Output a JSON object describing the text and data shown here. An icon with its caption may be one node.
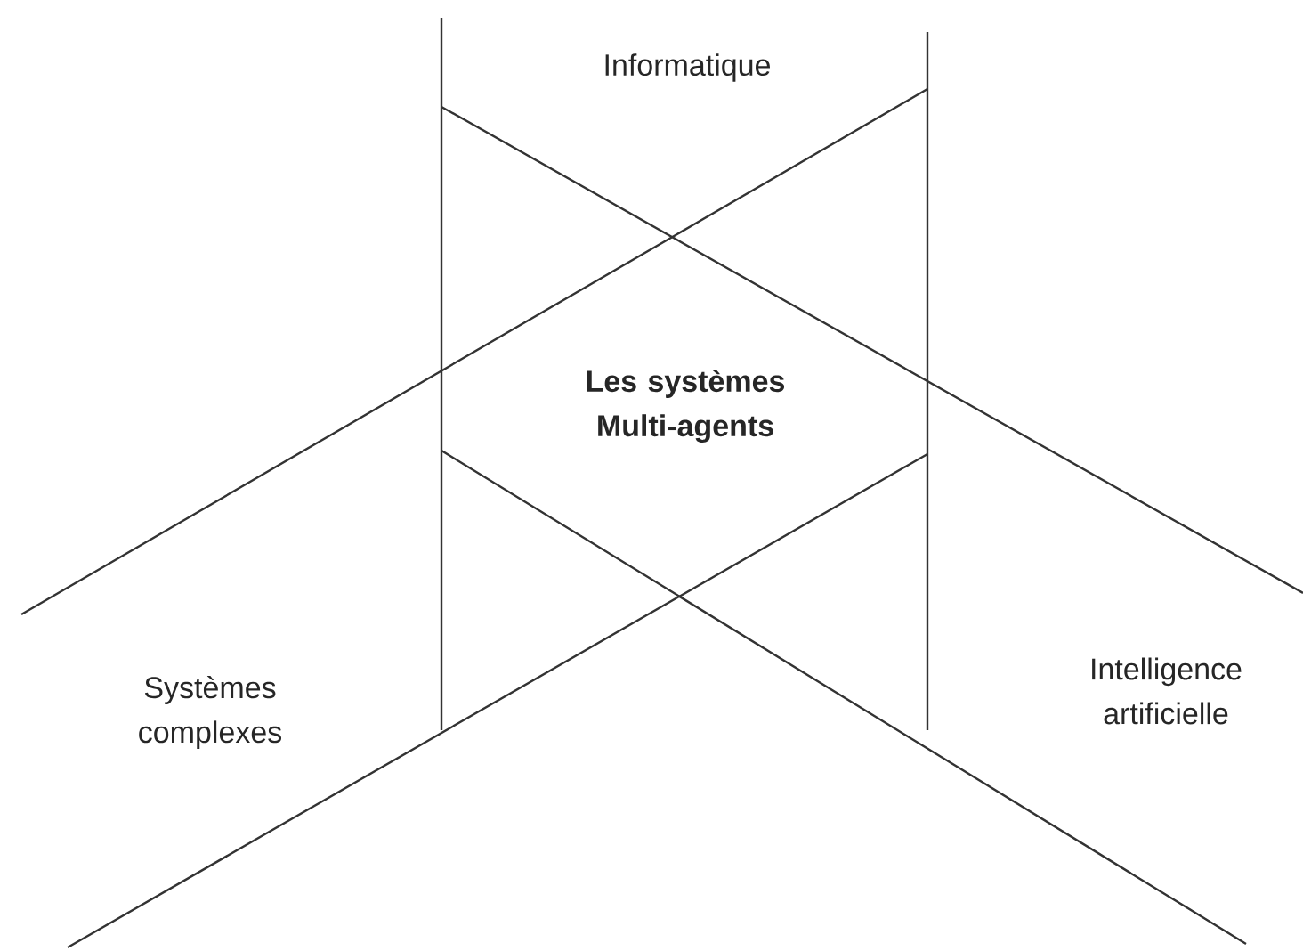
{
  "diagram": {
    "nodes": [
      {
        "text": [
          "Informatique"
        ]
      },
      {
        "text": [
          "Les systèmes Multi-agents"
        ]
      },
      {
        "text": [
          "Systèmes complexes"
        ]
      },
      {
        "text": [
          "Intelligence artificielle"
        ]
      }
    ]
  }
}
